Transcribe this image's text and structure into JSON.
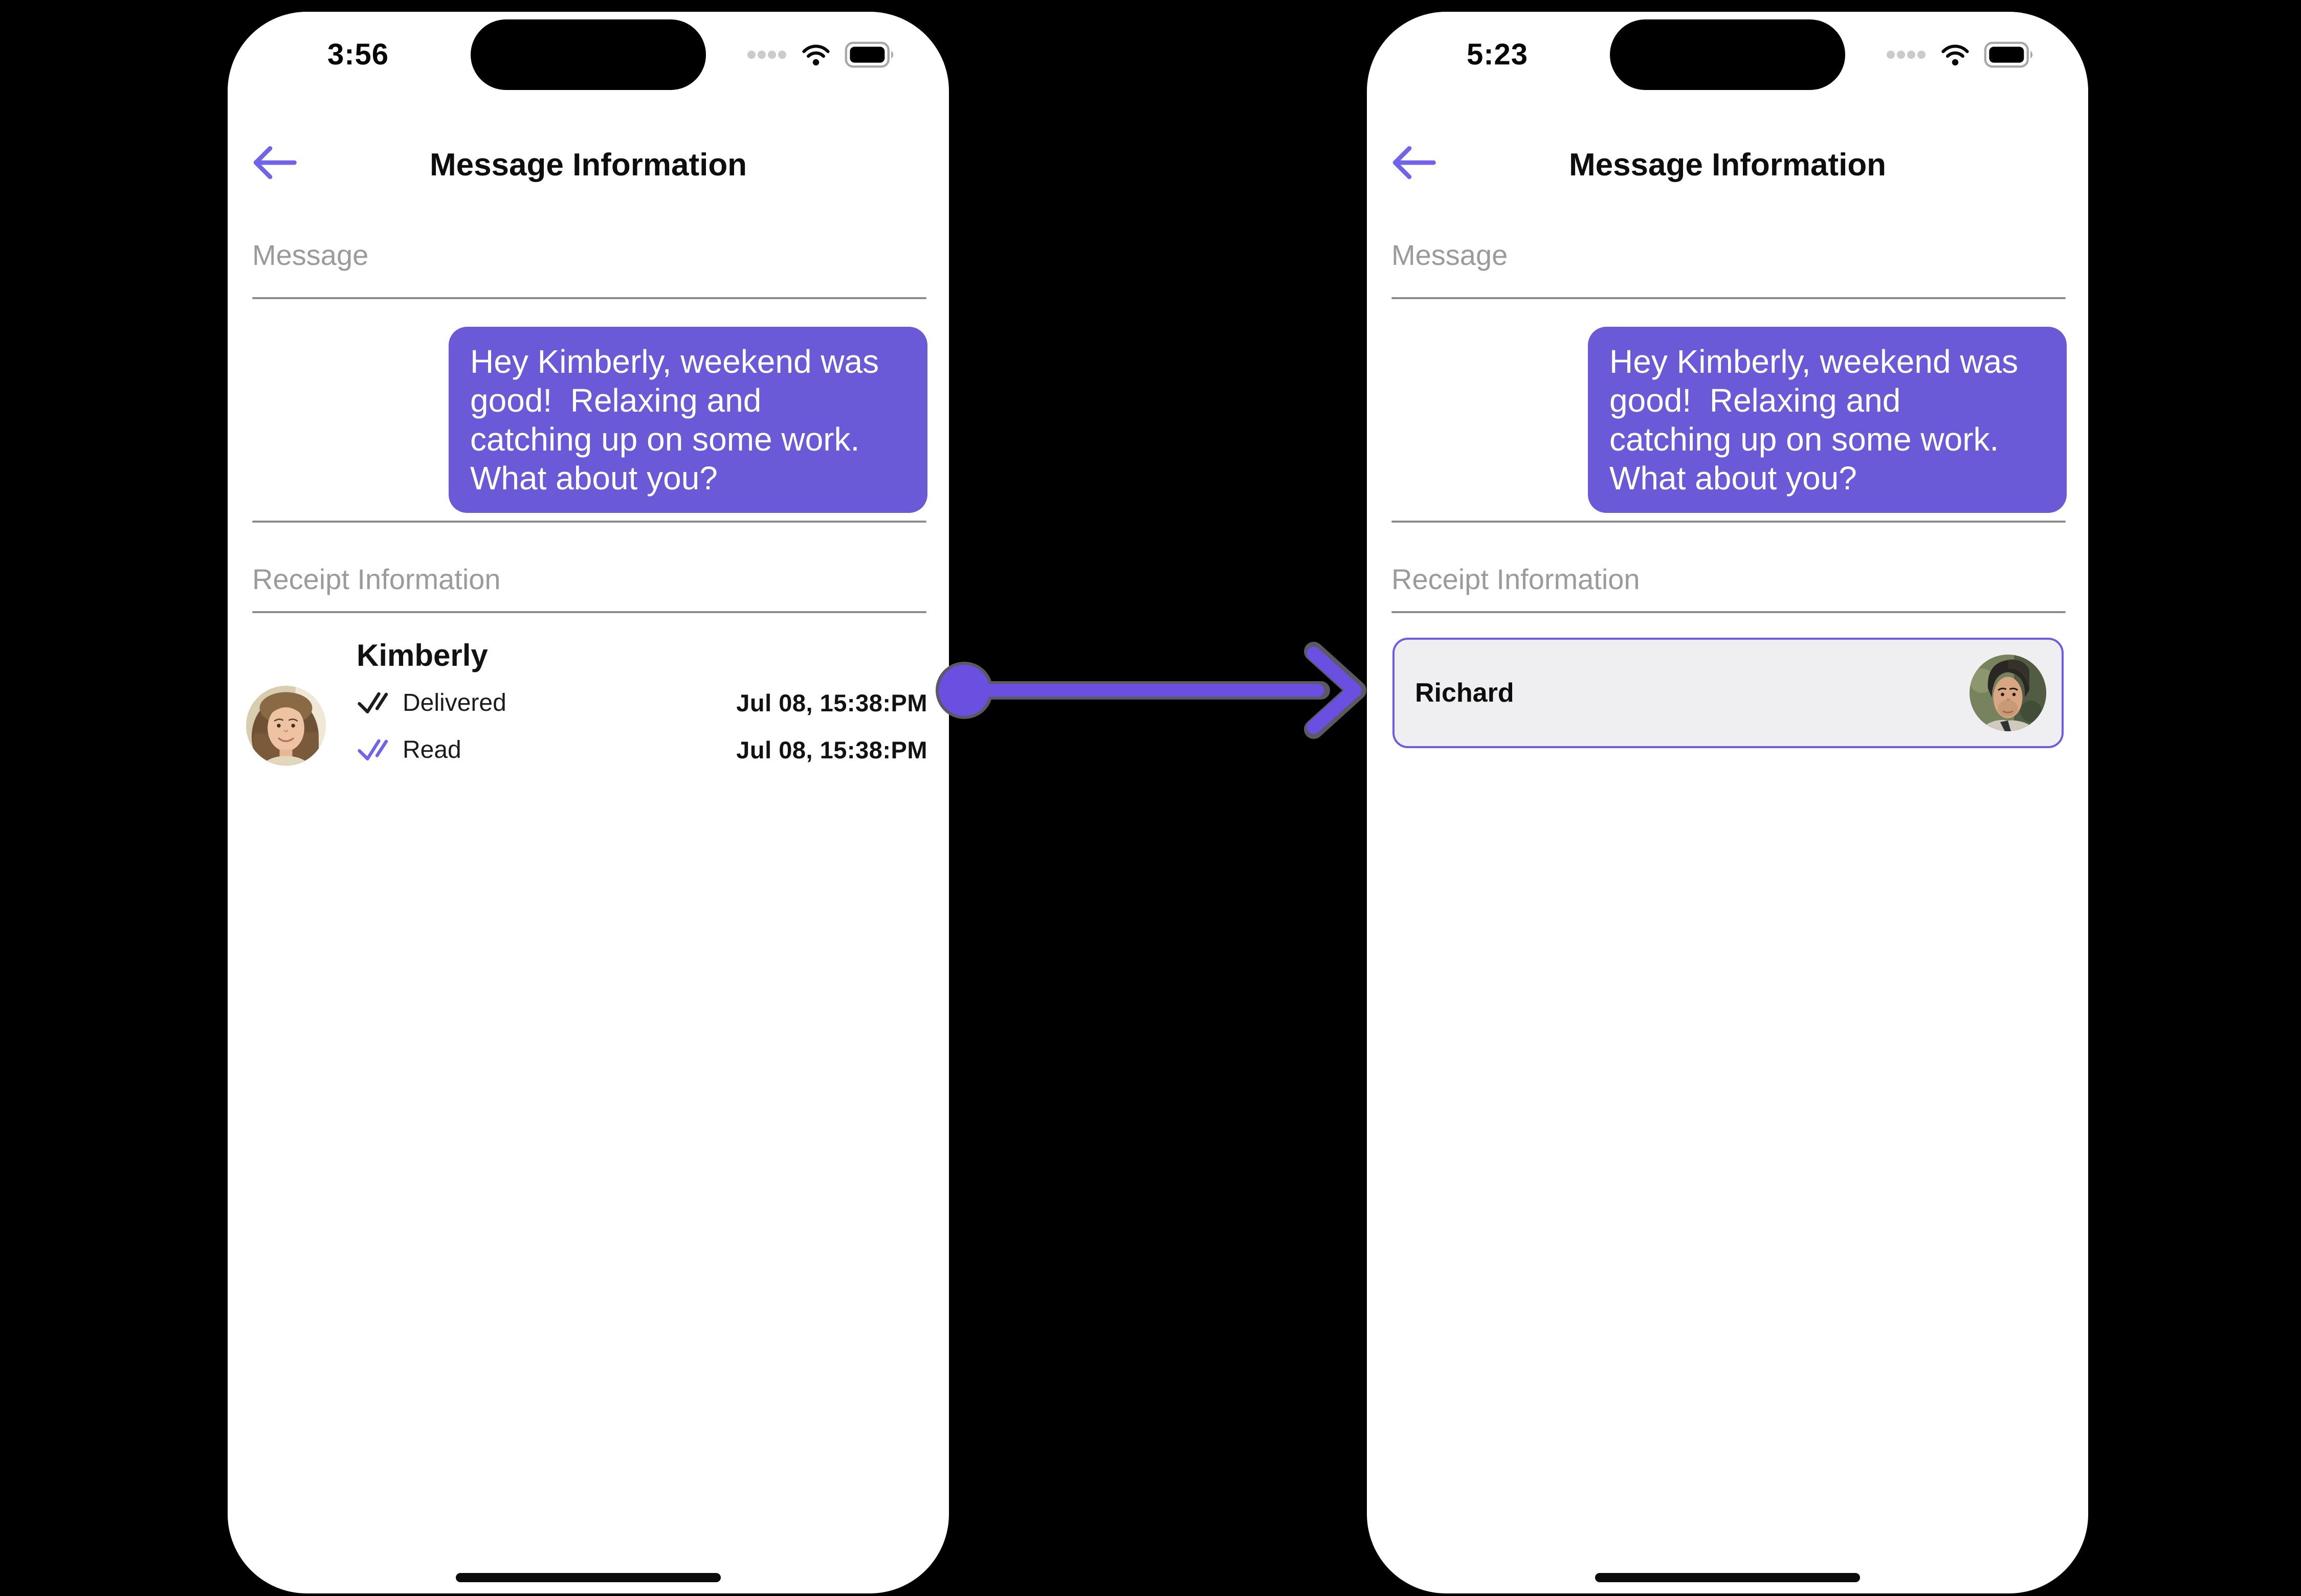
{
  "colors": {
    "background": "#000000",
    "phone_body": "#ffffff",
    "accent_purple": "#7164e8",
    "bubble_purple": "#6a5ad8",
    "arrow_purple": "#6a4fe0",
    "card_border_purple": "#6c5ce7",
    "card_background": "#efeef0",
    "section_label_gray": "#9b9b9b",
    "divider_gray": "#8d8d8d",
    "delivered_check_black": "#1d1d1f"
  },
  "icons": {
    "back": "arrow-left-icon",
    "signal": "signal-dots-icon",
    "wifi": "wifi-icon",
    "battery": "battery-full-icon",
    "delivered": "double-check-icon",
    "read": "double-check-icon",
    "annotation": "arrow-right-annotation",
    "home": "home-indicator"
  },
  "phone_left": {
    "status_time": "3:56",
    "header_title": "Message Information",
    "sections": {
      "message_label": "Message",
      "receipt_label": "Receipt Information"
    },
    "message": {
      "text": "Hey Kimberly, weekend was\ngood!  Relaxing and\ncatching up on some work.\nWhat about you?"
    },
    "receipt": {
      "contact_name": "Kimberly",
      "contact_avatar": "woman-portrait",
      "rows": [
        {
          "status": "Delivered",
          "timestamp": "Jul 08, 15:38:PM"
        },
        {
          "status": "Read",
          "timestamp": "Jul 08, 15:38:PM"
        }
      ]
    }
  },
  "phone_right": {
    "status_time": "5:23",
    "header_title": "Message Information",
    "sections": {
      "message_label": "Message",
      "receipt_label": "Receipt Information"
    },
    "message": {
      "text": "Hey Kimberly, weekend was\ngood!  Relaxing and\ncatching up on some work.\nWhat about you?"
    },
    "receipt_card": {
      "contact_name": "Richard",
      "contact_avatar": "man-portrait"
    }
  }
}
